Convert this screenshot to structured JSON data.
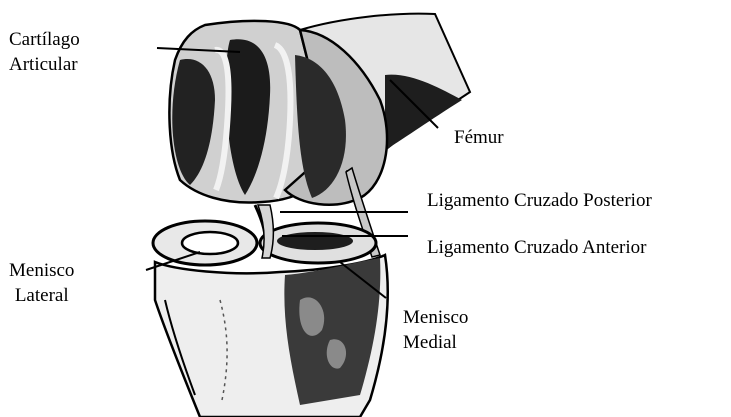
{
  "labels": {
    "cartilago": [
      "Cartílago",
      "Articular"
    ],
    "femur": "Fémur",
    "lig_posterior": "Ligamento Cruzado Posterior",
    "lig_anterior": "Ligamento Cruzado Anterior",
    "menisco_lateral": [
      "Menisco",
      "Lateral"
    ],
    "menisco_medial": [
      "Menisco",
      "Medial"
    ]
  },
  "colors": {
    "ink": "#000000",
    "paper": "#ffffff",
    "shade": "#2b2b2b",
    "mid": "#7a7a7a",
    "light": "#d9d9d9"
  }
}
